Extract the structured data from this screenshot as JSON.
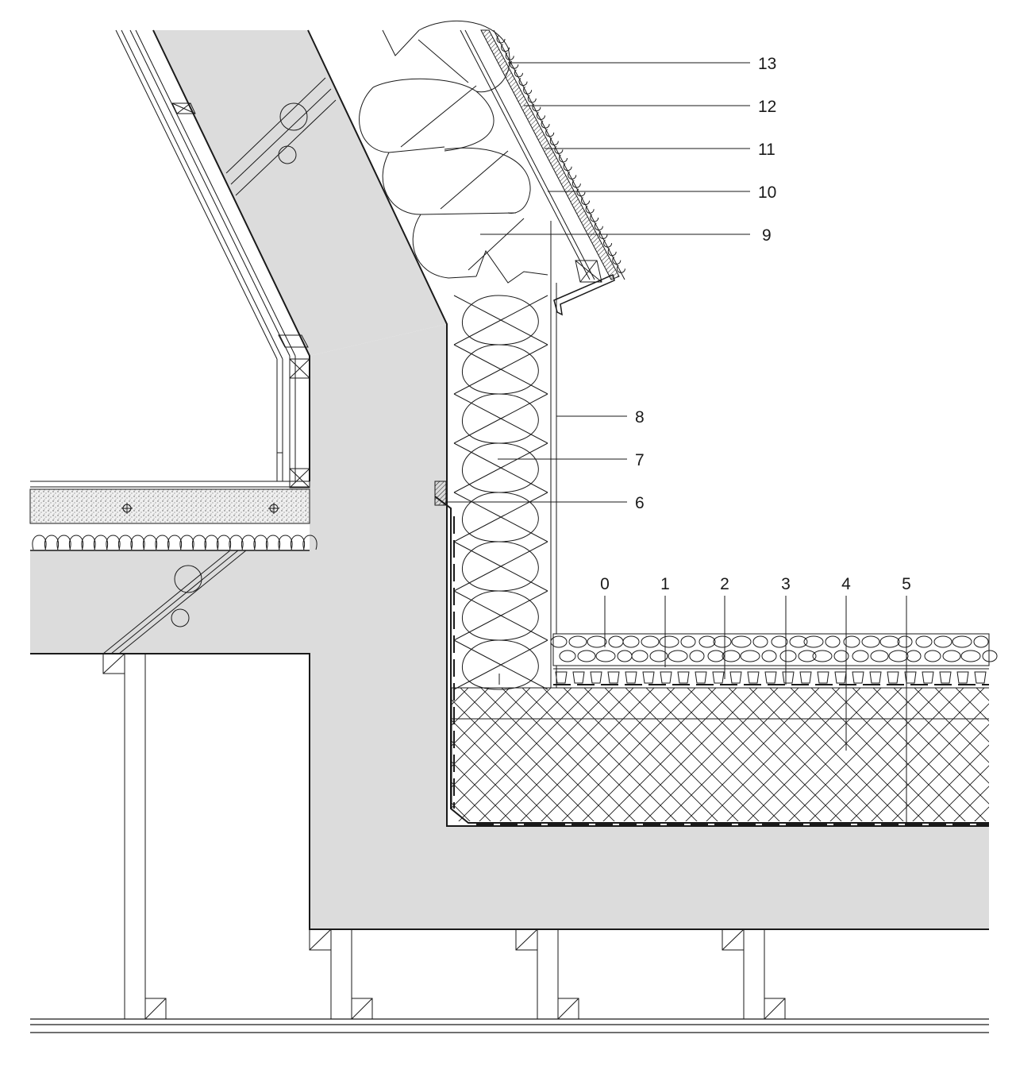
{
  "drawing": {
    "type": "architectural-section-detail",
    "colors": {
      "concrete": "#dcdcdc",
      "line": "#1a1a1a",
      "background": "#ffffff",
      "screed": "#f0f0f0"
    },
    "callouts": [
      {
        "id": "0",
        "label": "0"
      },
      {
        "id": "1",
        "label": "1"
      },
      {
        "id": "2",
        "label": "2"
      },
      {
        "id": "3",
        "label": "3"
      },
      {
        "id": "4",
        "label": "4"
      },
      {
        "id": "5",
        "label": "5"
      },
      {
        "id": "6",
        "label": "6"
      },
      {
        "id": "7",
        "label": "7"
      },
      {
        "id": "8",
        "label": "8"
      },
      {
        "id": "9",
        "label": "9"
      },
      {
        "id": "10",
        "label": "10"
      },
      {
        "id": "11",
        "label": "11"
      },
      {
        "id": "12",
        "label": "12"
      },
      {
        "id": "13",
        "label": "13"
      }
    ]
  }
}
